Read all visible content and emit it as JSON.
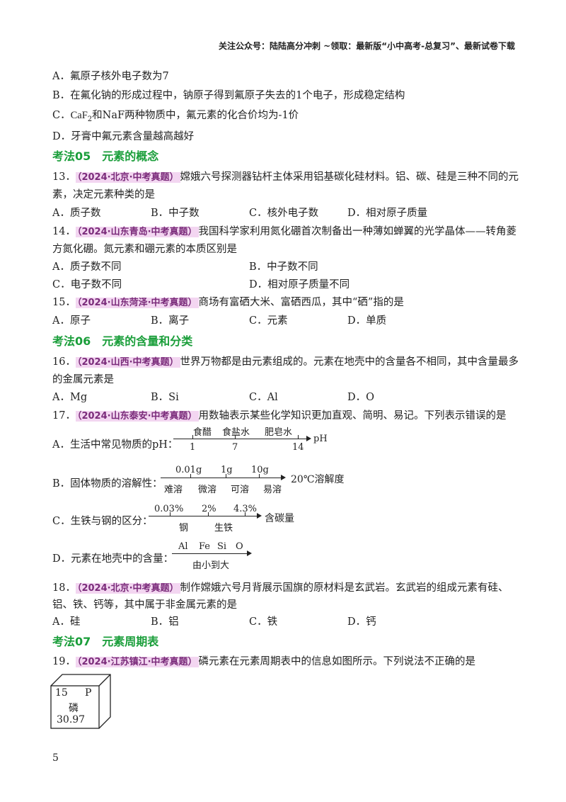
{
  "header": "关注公众号：陆陆高分冲刺  ~领取：最新版“小中高考-总复习”、最新试卷下载",
  "prev_options": {
    "A": "A．氟原子核外电子数为7",
    "B": "B．在氟化钠的形成过程中，钠原子得到氟原子失去的1个电子，形成稳定结构",
    "C_pre": "C．",
    "C_formula": "CaF",
    "C_sub": "2",
    "C_post": "和NaF两种物质中，氟元素的化合价均为-1价",
    "D": "D．牙膏中氟元素含量越高越好"
  },
  "sec05": "考法05　元素的概念",
  "q13": {
    "num": "13．",
    "tag": "（2024·北京·中考真题）",
    "text1": "嫦娥六号探测器钻杆主体采用铝基碳化硅材料。铝、碳、硅是三种不同的元",
    "text2": "素，决定元素种类的是",
    "A": "A．质子数",
    "B": "B．中子数",
    "C": "C．核外电子数",
    "D": "D．相对原子质量"
  },
  "q14": {
    "num": "14．",
    "tag": "（2024·山东青岛·中考真题）",
    "text1": "我国科学家利用氮化硼首次制备出一种薄如蝉翼的光学晶体——转角菱",
    "text2": "方氮化硼。氮元素和硼元素的本质区别是",
    "A": "A．质子数不同",
    "B": "B．中子数不同",
    "C": "C．电子数不同",
    "D": "D．相对原子质量不同"
  },
  "q15": {
    "num": "15．",
    "tag": "（2024·山东菏泽·中考真题）",
    "text1": "商场有富硒大米、富硒西瓜，其中“硒”指的是",
    "A": "A．原子",
    "B": "B．离子",
    "C": "C．元素",
    "D": "D．单质"
  },
  "sec06": "考法06　元素的含量和分类",
  "q16": {
    "num": "16．",
    "tag": "（2024·山西·中考真题）",
    "text1": "世界万物都是由元素组成的。元素在地壳中的含量各不相同，其中含量最多",
    "text2": "的金属元素是",
    "A": "A．Mg",
    "B": "B．Si",
    "C": "C．Al",
    "D": "D．O"
  },
  "q17": {
    "num": "17．",
    "tag": "（2024·山东泰安·中考真题）",
    "text1": "用数轴表示某些化学知识更加直观、简明、易记。下列表示错误的是",
    "A_label": "A．生活中常见物质的pH：",
    "A_top": [
      "食醋",
      "食盐水",
      "肥皂水"
    ],
    "A_bottom": [
      "1",
      "7",
      "14"
    ],
    "A_unit": "pH",
    "B_label": "B．固体物质的溶解性：",
    "B_top": [
      "0.01g",
      "1g",
      "10g"
    ],
    "B_bottom": [
      "难溶",
      "微溶",
      "可溶",
      "易溶"
    ],
    "B_unit": "20℃溶解度",
    "C_label": "C．生铁与钢的区分：",
    "C_top": [
      "0.03%",
      "2%",
      "4.3%"
    ],
    "C_bottom": [
      "钢",
      "生铁"
    ],
    "C_unit": "含碳量",
    "D_label": "D．元素在地壳中的含量：",
    "D_top": [
      "Al",
      "Fe",
      "Si",
      "O"
    ],
    "D_bottom": "由小到大"
  },
  "q18": {
    "num": "18．",
    "tag": "（2024·北京·中考真题）",
    "text1": "制作嫦娥六号月背展示国旗的原材料是玄武岩。玄武岩的组成元素有硅、",
    "text2": "铝、铁、钙等，其中属于非金属元素的是",
    "A": "A．硅",
    "B": "B．铝",
    "C": "C．铁",
    "D": "D．钙"
  },
  "sec07": "考法07　元素周期表",
  "q19": {
    "num": "19．",
    "tag": "（2024·江苏镇江·中考真题）",
    "text1": "磷元素在元素周期表中的信息如图所示。下列说法不正确的是",
    "cell": {
      "number": "15",
      "symbol": "P",
      "name": "磷",
      "mass": "30.97"
    }
  },
  "page_number": "5"
}
